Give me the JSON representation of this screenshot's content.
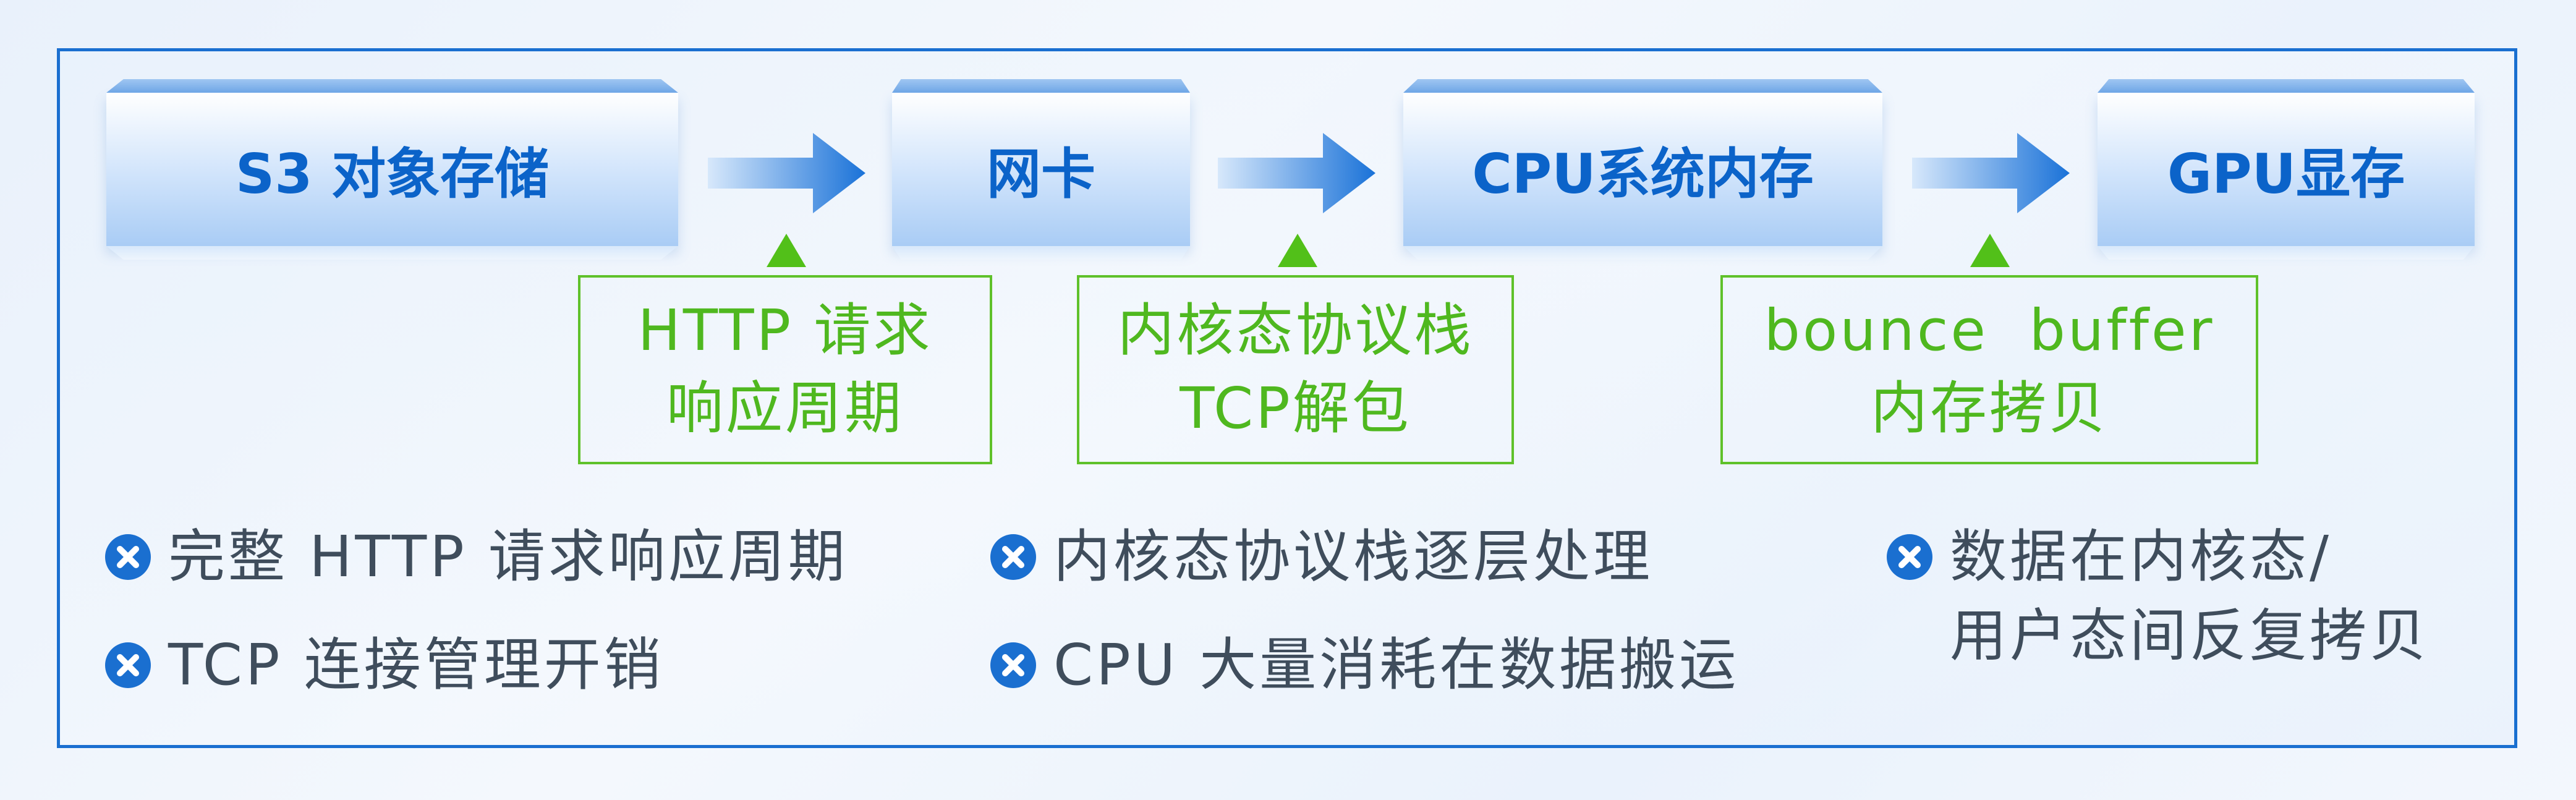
{
  "nodes": [
    "S3 对象存储",
    "网卡",
    "CPU系统内存",
    "GPU显存"
  ],
  "notes": [
    {
      "line1": "HTTP 请求",
      "line2": "响应周期"
    },
    {
      "line1": "内核态协议栈",
      "line2": "TCP解包"
    },
    {
      "line1": "bounce  buffer",
      "line2": "内存拷贝"
    }
  ],
  "bullets": [
    "完整 HTTP 请求响应周期",
    "内核态协议栈逐层处理",
    "数据在内核态/\n用户态间反复拷贝",
    "TCP 连接管理开销",
    "CPU 大量消耗在数据搬运"
  ],
  "icons": {
    "arrow": "right-arrow-icon",
    "pointer": "up-triangle-icon",
    "bullet": "x-circle-icon"
  },
  "colors": {
    "primary_blue": "#0b63c9",
    "frame_blue": "#1a6fd0",
    "accent_green": "#5fc12a",
    "bullet_text": "#3f4d5c"
  }
}
